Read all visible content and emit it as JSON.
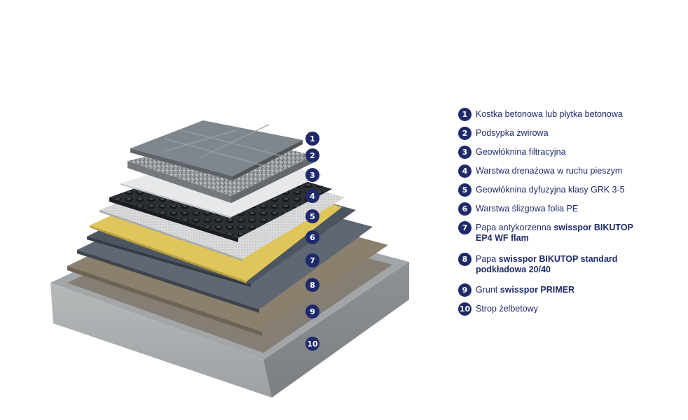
{
  "layers": [
    {
      "num": "1",
      "text": "Kostka betonowa lub płytka betonowa",
      "bold": ""
    },
    {
      "num": "2",
      "text": "Podsypka żwirowa",
      "bold": ""
    },
    {
      "num": "3",
      "text": "Geowłóknina filtracyjna",
      "bold": ""
    },
    {
      "num": "4",
      "text": "Warstwa drenażowa w ruchu pieszym",
      "bold": ""
    },
    {
      "num": "5",
      "text": "Geowłóknina dyfuzyjna klasy GRK 3-5",
      "bold": ""
    },
    {
      "num": "6",
      "text": "Warstwa ślizgowa folia PE",
      "bold": ""
    },
    {
      "num": "7",
      "text": "Papa antykorzenna ",
      "bold": "swisspor BIKUTOP EP4 WF flam"
    },
    {
      "num": "8",
      "text": "Papa ",
      "bold": "swisspor BIKUTOP standard podkładowa 20/40"
    },
    {
      "num": "9",
      "text": "Grunt ",
      "bold": "swisspor PRIMER"
    },
    {
      "num": "10",
      "text": "Strop żelbetowy",
      "bold": ""
    }
  ],
  "colors": {
    "badge": "#1f2a6b",
    "concrete": "#a9acad",
    "primer": "#8a7f6c",
    "bitumen": "#5e6670",
    "pe_foil": "#e1c85a",
    "geotextile": "#cfd2d4",
    "drainage": "#2a2d31",
    "gravel": "#8a8f93",
    "tiles": "#7d8389"
  }
}
